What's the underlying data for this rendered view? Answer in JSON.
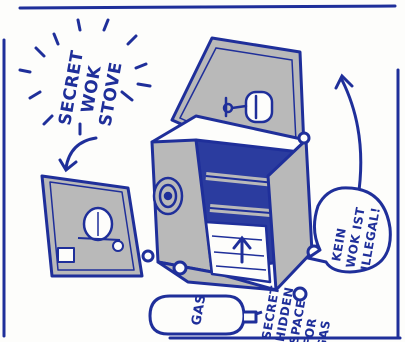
{
  "colors": {
    "ink": "#1f2f9a",
    "panel": "#b9b9b9",
    "interior": "#2b3c9f",
    "paper": "#fdfdfb"
  },
  "labels": {
    "title_line1": "SECRET",
    "title_line2": "WOK",
    "title_line3": "STOVE",
    "note_line1": "KEIN",
    "note_line2": "WOK IST",
    "note_line3": "ILLEGAL!",
    "hidden_line1": "SECRET",
    "hidden_line2": "HIDDEN",
    "hidden_line3": "SPACE",
    "hidden_line4": "FOR",
    "hidden_line5": "GAS",
    "gas_tank": "GAS"
  },
  "icons": [
    "curved-arrow-icon",
    "gas-tank-icon",
    "gas-bottle-icon",
    "burner-icon",
    "wheel-icon"
  ]
}
